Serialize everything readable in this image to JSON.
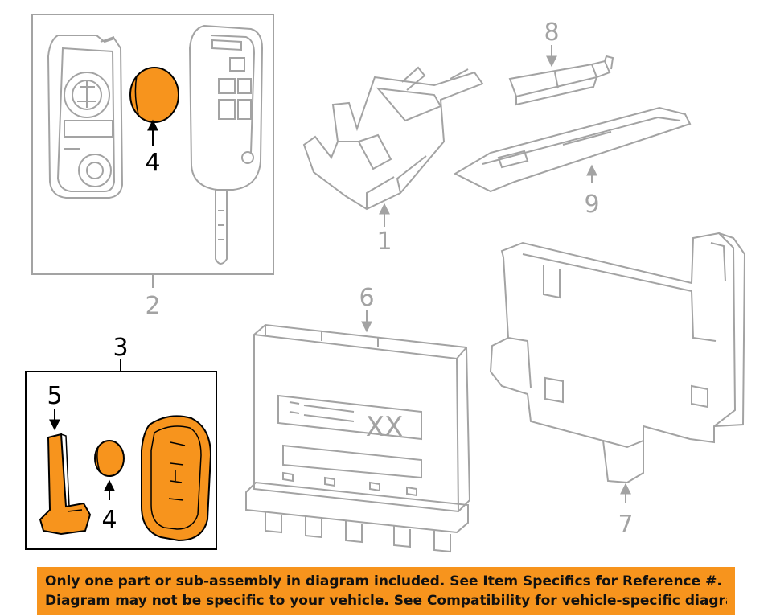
{
  "colors": {
    "line": "#a3a3a3",
    "line_dark": "#000000",
    "highlight": "#f7941d",
    "banner_bg": "#f7941d",
    "banner_text": "#111111"
  },
  "callouts": {
    "c1": "1",
    "c2": "2",
    "c3": "3",
    "c4a": "4",
    "c4b": "4",
    "c5": "5",
    "c6": "6",
    "c7": "7",
    "c8": "8",
    "c9": "9"
  },
  "module": {
    "label_text": "XX"
  },
  "banner": {
    "line1": "Only one part or sub-assembly in diagram included. See Item Specifics for Reference #.",
    "line2": "Diagram may not be specific to your vehicle. See Compatibility for vehicle-specific diagrams."
  }
}
